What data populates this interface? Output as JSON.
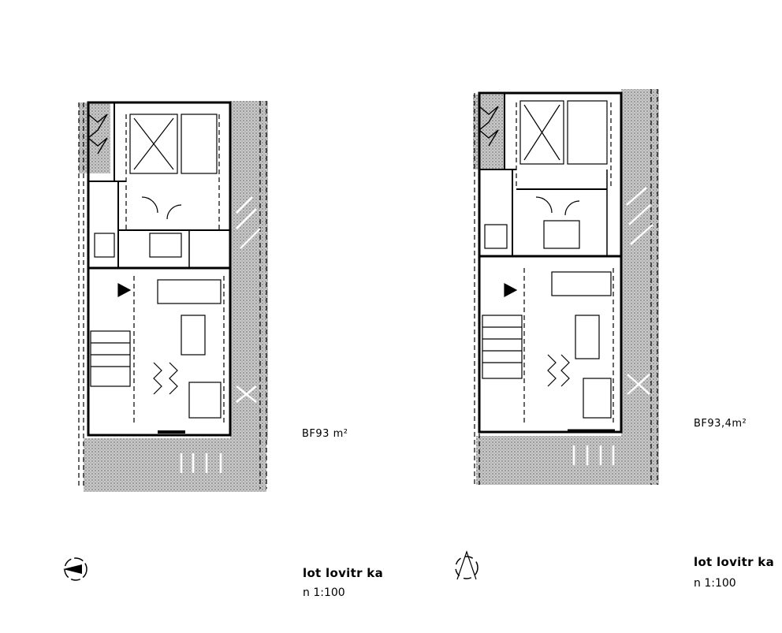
{
  "plans": [
    {
      "area_label": "BF93 m²",
      "title_line1": "lot lovitr ka",
      "title_line2": "n 1:100"
    },
    {
      "area_label": "BF93,4m²",
      "title_line1": "lot lovitr ka",
      "title_line2": "n 1:100"
    }
  ],
  "colors": {
    "wall": "#000000",
    "hatch": "#8c8c8c",
    "paper": "#ffffff"
  },
  "icons": [
    "north-arrow-icon",
    "north-arrow-icon"
  ]
}
